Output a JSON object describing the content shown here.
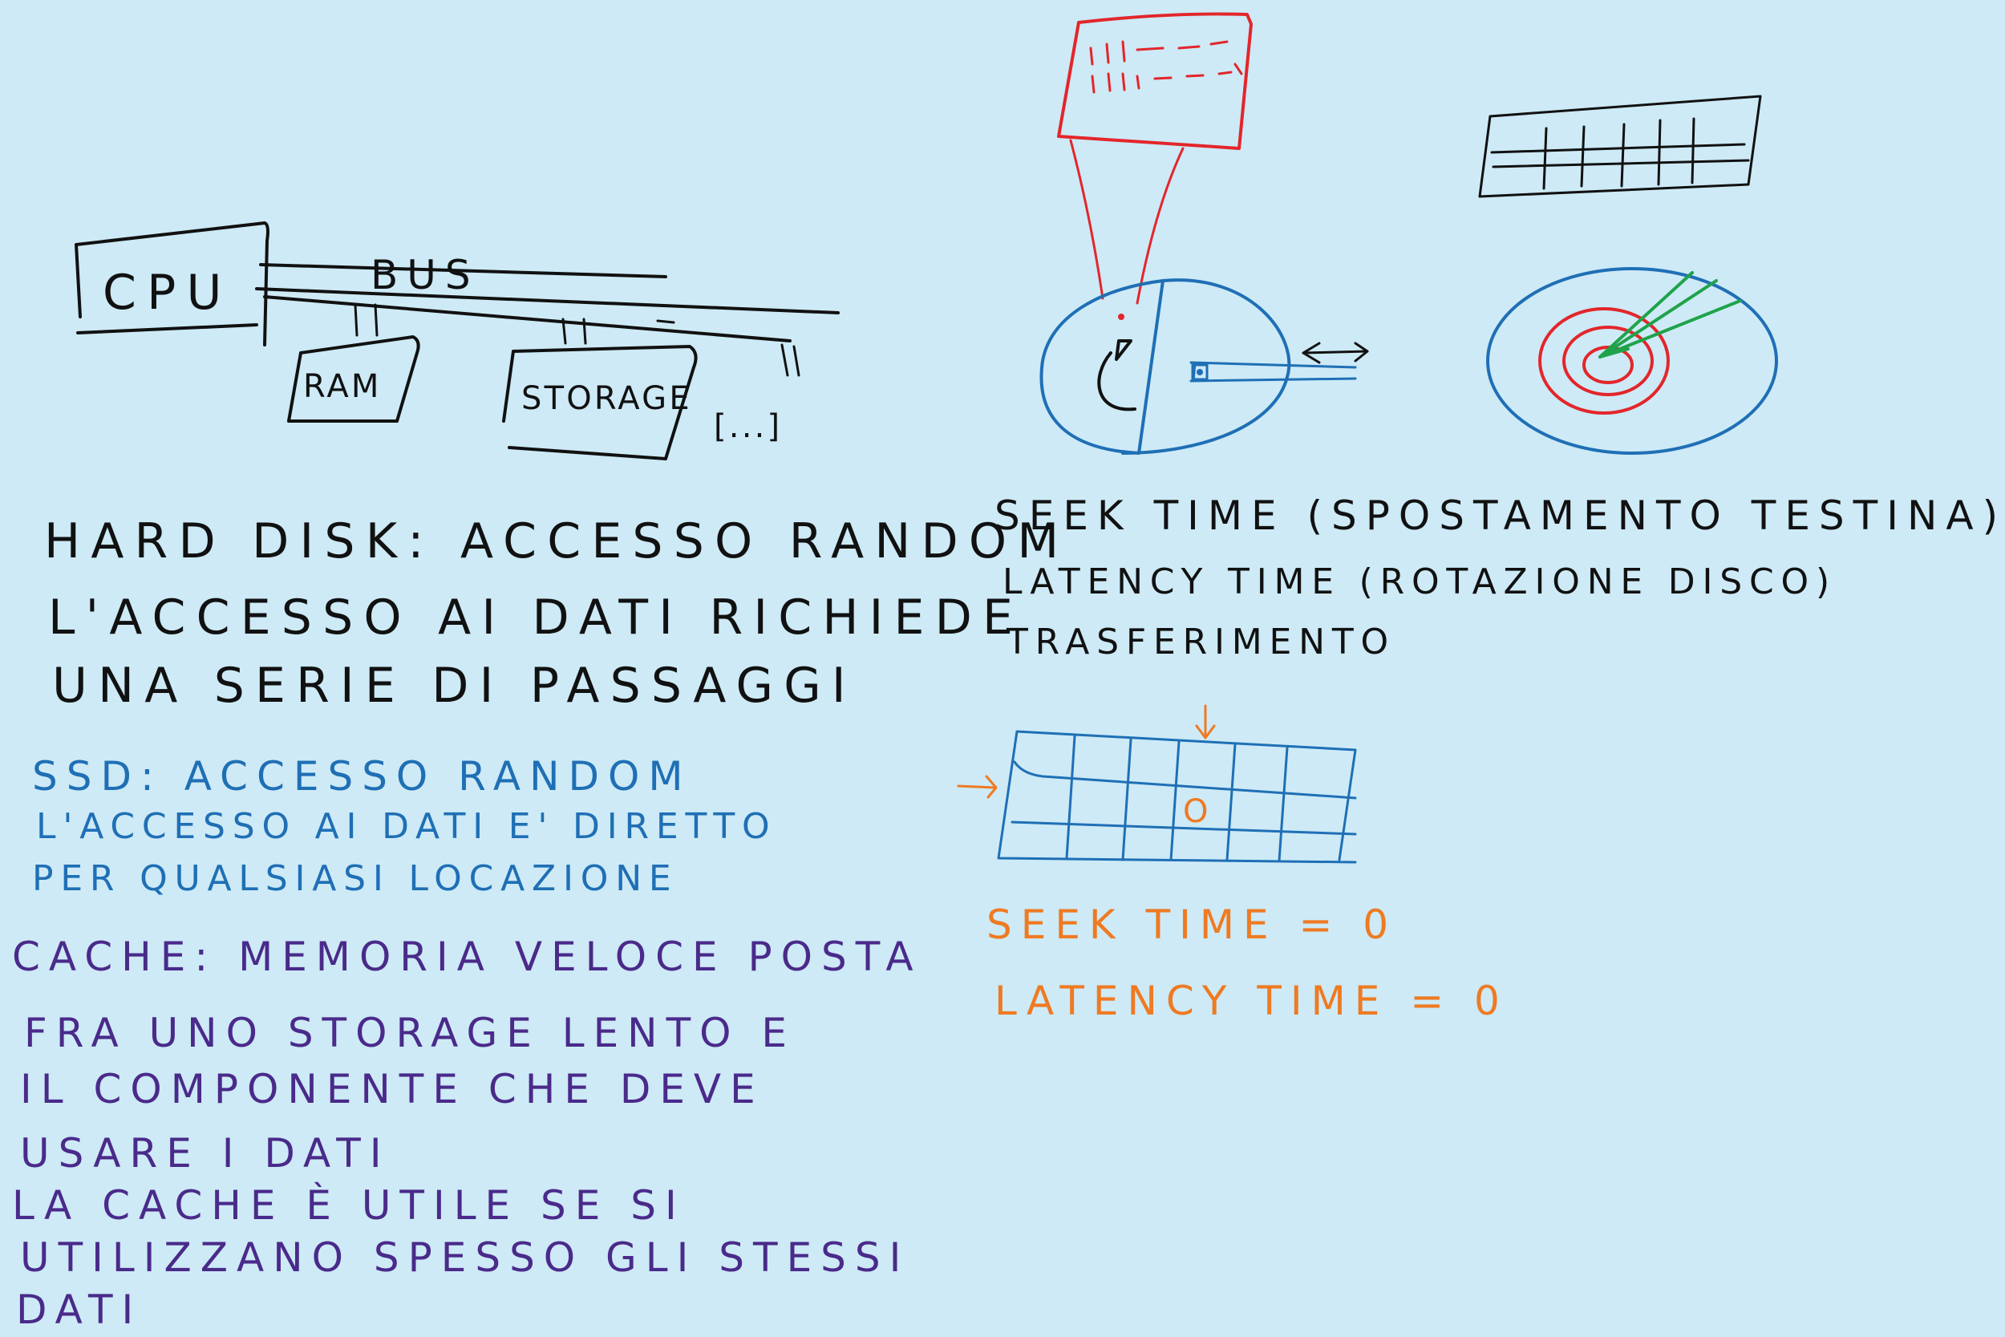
{
  "colors": {
    "background": "#cdeaf6",
    "black": "#111111",
    "blue": "#1f6fb5",
    "red": "#e3262b",
    "green": "#1fa34a",
    "orange": "#ef7a22",
    "purple": "#4a2a8a"
  },
  "architecture": {
    "cpu_label": "CPU",
    "bus_label": "BUS",
    "ram_label": "RAM",
    "storage_label": "STORAGE",
    "other_label": "[...]"
  },
  "hard_disk_notes": [
    "HARD DISK: ACCESSO RANDOM",
    "L'ACCESSO AI DATI RICHIEDE",
    "UNA SERIE DI PASSAGGI"
  ],
  "ssd_notes": [
    "SSD: ACCESSO RANDOM",
    "L'ACCESSO AI DATI E' DIRETTO",
    "PER QUALSIASI LOCAZIONE"
  ],
  "cache_notes": [
    "CACHE: MEMORIA VELOCE POSTA",
    "FRA UNO STORAGE LENTO E",
    "IL COMPONENTE CHE DEVE",
    "USARE I DATI",
    "LA CACHE È UTILE SE SI",
    "UTILIZZANO SPESSO GLI STESSI",
    "DATI"
  ],
  "disk_time_notes": [
    "SEEK TIME (SPOSTAMENTO TESTINA)",
    "LATENCY TIME (ROTAZIONE DISCO)",
    "TRASFERIMENTO"
  ],
  "ssd_time_notes": [
    "SEEK TIME = 0",
    "LATENCY TIME = 0"
  ],
  "ssd_grid_marker": "O",
  "icons": {
    "disk_head": "disk-head-icon",
    "arrow": "double-arrow-icon"
  }
}
